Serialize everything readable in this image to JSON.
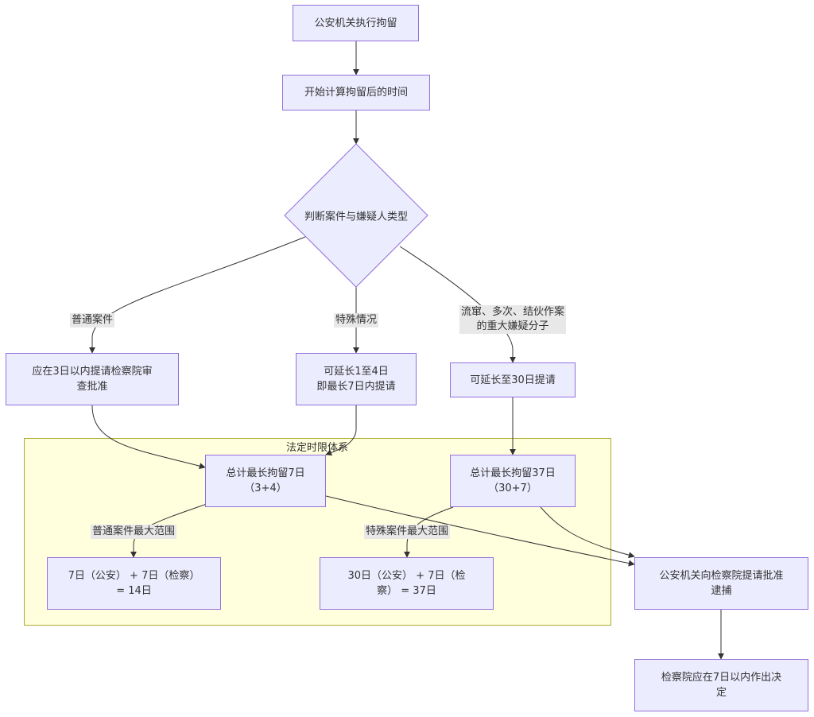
{
  "nodes": {
    "start": "公安机关执行拘留",
    "calc": "开始计算拘留后的时间",
    "judge": "判断案件与嫌疑人类型",
    "normal_line1": "应在3日以内提请检察院审",
    "normal_line2": "查批准",
    "special_line1": "可延长1至4日",
    "special_line2": "即最长7日内提请",
    "serious": "可延长至30日提请",
    "total7_line1": "总计最长拘留7日",
    "total7_line2": "（3+4）",
    "total37_line1": "总计最长拘留37日",
    "total37_line2": "（30+7）",
    "sum14_line1": "7日（公安） + 7日（检察）",
    "sum14_line2": "= 14日",
    "sum37_line1": "30日（公安） + 7日（检",
    "sum37_line2": "察） = 37日",
    "request_line1": "公安机关向检察院提请批准",
    "request_line2": "逮捕",
    "decide_line1": "检察院应在7日以内作出决",
    "decide_line2": "定"
  },
  "edge_labels": {
    "normal": "普通案件",
    "special": "特殊情况",
    "serious_line1": "流窜、多次、结伙作案",
    "serious_line2": "的重大嫌疑分子",
    "normal_max": "普通案件最大范围",
    "special_max": "特殊案件最大范围"
  },
  "subgraph": {
    "title": "法定时限体系"
  },
  "colors": {
    "node_fill": "#ececff",
    "node_border": "#9370db",
    "cluster_fill": "#ffffde",
    "cluster_border": "#aaaa33",
    "edge": "#333333",
    "label_bg": "#e8e8e8"
  }
}
